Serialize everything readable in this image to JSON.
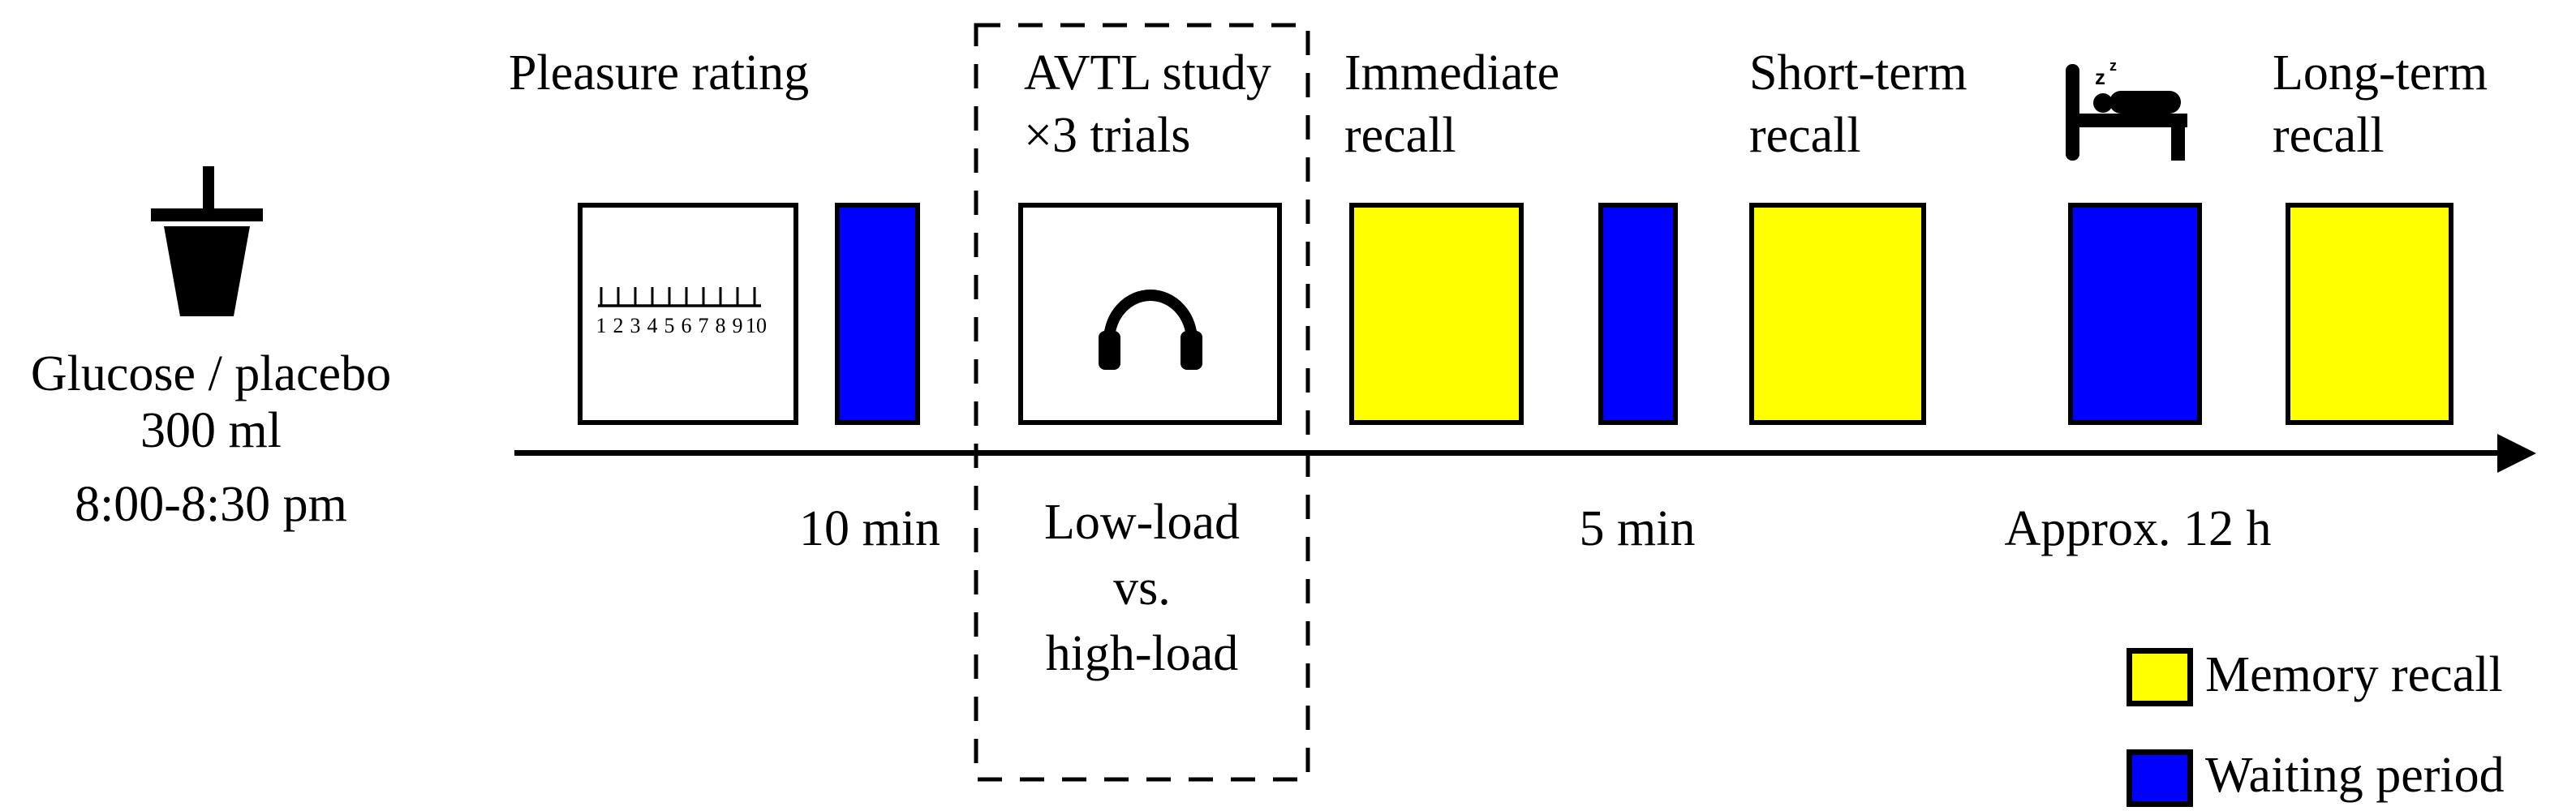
{
  "figure": {
    "background": "#FFFFFF",
    "outline_color": "#000000"
  },
  "intervention": {
    "icon": "drink-cup-icon",
    "name": "Glucose / placebo",
    "volume": "300 ml",
    "time": "8:00-8:30 pm"
  },
  "timeline": {
    "stages": {
      "pleasure_rating": {
        "label": "Pleasure rating",
        "icon": "rating-scale-icon",
        "scale_ticks": [
          "1",
          "2",
          "3",
          "4",
          "5",
          "6",
          "7",
          "8",
          "9",
          "10"
        ]
      },
      "avtl_study": {
        "label_line1": "AVTL study",
        "label_line2": "×3 trials",
        "icon": "headphones-icon",
        "condition_line1": "Low-load",
        "condition_line2": "vs.",
        "condition_line3": "high-load"
      },
      "immediate_recall": {
        "label_line1": "Immediate",
        "label_line2": "recall"
      },
      "short_term_recall": {
        "label_line1": "Short-term",
        "label_line2": "recall"
      },
      "sleep": {
        "icon": "bed-sleep-icon",
        "z1": "z",
        "z2": "z"
      },
      "long_term_recall": {
        "label_line1": "Long-term",
        "label_line2": "recall"
      }
    },
    "durations": {
      "after_drink": "10 min",
      "after_immediate": "5 min",
      "overnight": "Approx. 12 h"
    }
  },
  "legend": {
    "memory": {
      "label": "Memory recall",
      "color": "#FFFF00"
    },
    "waiting": {
      "label": "Waiting period",
      "color": "#0000FF"
    }
  }
}
